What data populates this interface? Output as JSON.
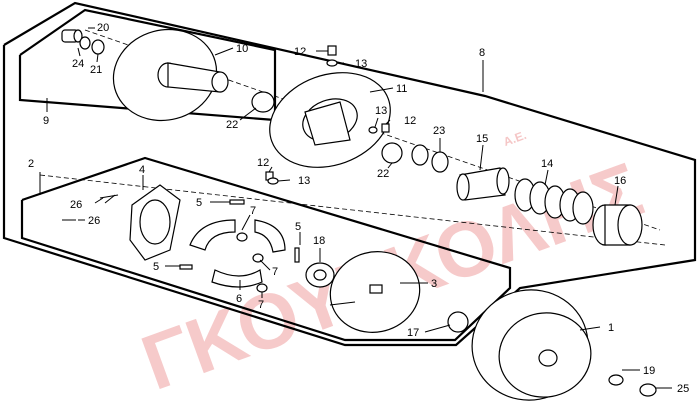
{
  "watermark": {
    "main": "ΓΚΟΥΤΚΟΛΗΣ",
    "suffix": "Α.Ε.",
    "color": "#f3b9b9"
  },
  "labels": {
    "l1": "1",
    "l2": "2",
    "l3": "3",
    "l5a": "5",
    "l5b": "5",
    "l5c": "5",
    "l6": "6",
    "l7a": "7",
    "l7b": "7",
    "l7c": "7",
    "l8": "8",
    "l9": "9",
    "l10": "10",
    "l11": "11",
    "l12a": "12",
    "l12b": "12",
    "l12c": "12",
    "l13a": "13",
    "l13b": "13",
    "l13c": "13",
    "l14": "14",
    "l15": "15",
    "l16": "16",
    "l17": "17",
    "l18": "18",
    "l19": "19",
    "l20": "20",
    "l21": "21",
    "l22a": "22",
    "l22b": "22",
    "l23": "23",
    "l24": "24",
    "l25": "25",
    "l26a": "26",
    "l26b": "26"
  }
}
